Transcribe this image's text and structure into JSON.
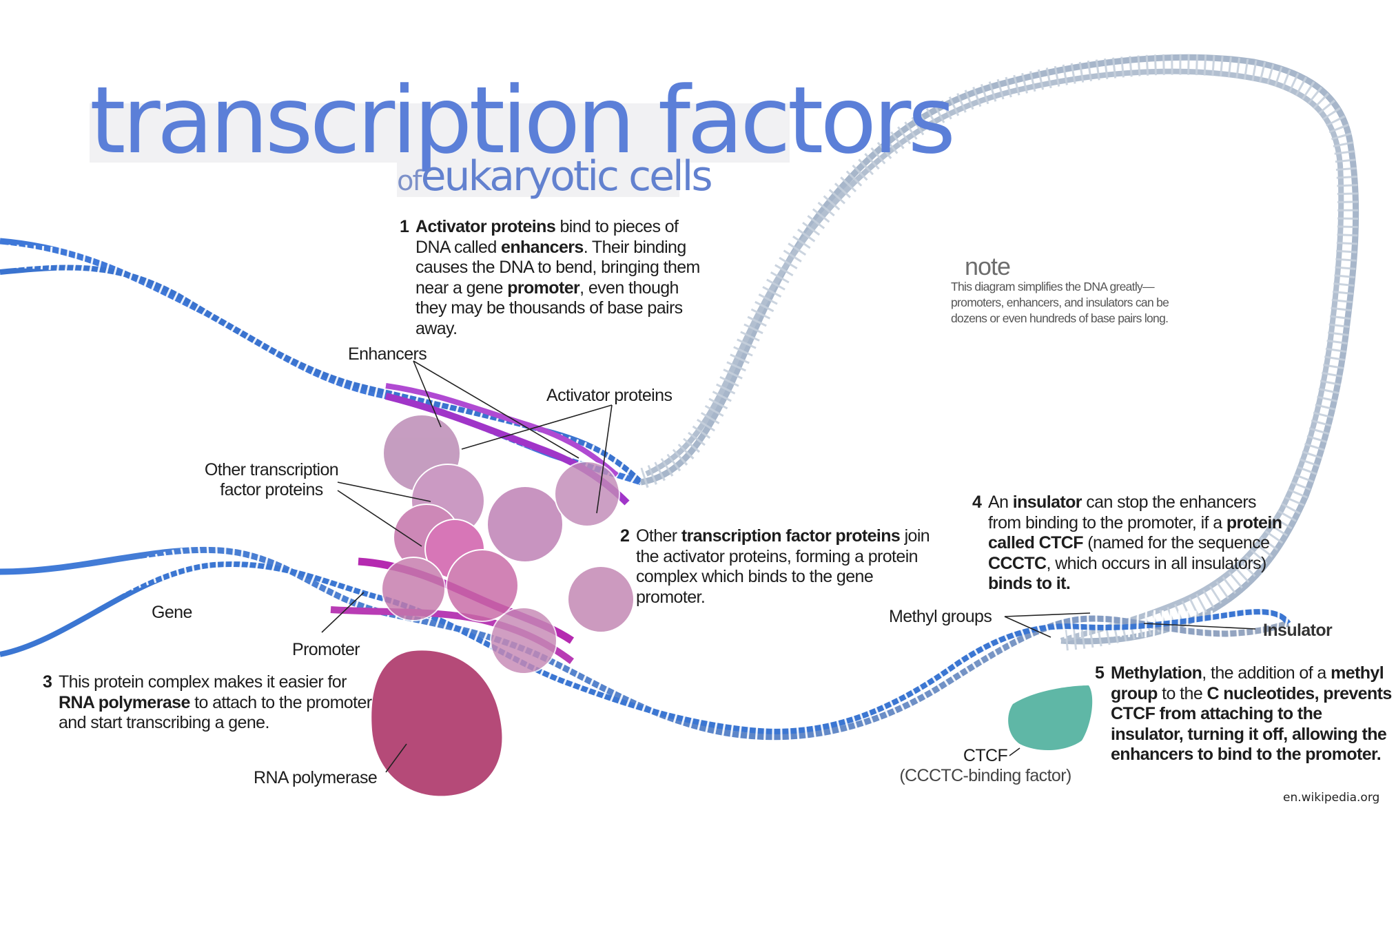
{
  "title": {
    "main": "transcription factors",
    "of": "of",
    "sub": "eukaryotic cells"
  },
  "steps": [
    {
      "num": "1",
      "parts": [
        {
          "b": "Activator proteins"
        },
        {
          "t": " bind to pieces of DNA called "
        },
        {
          "b": "enhancers"
        },
        {
          "t": ". Their binding causes the DNA to bend, bringing them near a gene "
        },
        {
          "b": "promoter"
        },
        {
          "t": ", even though they may be thousands of base pairs away."
        }
      ]
    },
    {
      "num": "2",
      "parts": [
        {
          "t": "Other "
        },
        {
          "b": "transcription factor proteins"
        },
        {
          "t": " join the activator proteins, forming a protein complex which binds to the gene promoter."
        }
      ]
    },
    {
      "num": "3",
      "parts": [
        {
          "t": "This protein complex makes it easier for "
        },
        {
          "b": "RNA polymerase"
        },
        {
          "t": " to attach to the promoter and start transcribing a gene."
        }
      ]
    },
    {
      "num": "4",
      "parts": [
        {
          "t": "An "
        },
        {
          "b": "insulator"
        },
        {
          "t": " can stop the enhancers from binding to the promoter, if a "
        },
        {
          "b": "protein called CTCF"
        },
        {
          "t": " (named for the sequence "
        },
        {
          "b": "CCCTC"
        },
        {
          "t": ", which occurs in all insulators) "
        },
        {
          "b": "binds to it."
        }
      ]
    },
    {
      "num": "5",
      "parts": [
        {
          "b": "Methylation"
        },
        {
          "t": ", the addition of a "
        },
        {
          "b": "methyl group"
        },
        {
          "t": " to the "
        },
        {
          "b": "C nucleotides, prevents CTCF from attaching to the insulator, turning it off, allowing the enhancers to bind to the promoter."
        }
      ]
    }
  ],
  "labels": {
    "enhancers": "Enhancers",
    "activator_proteins": "Activator proteins",
    "other_tf_line1": "Other transcription",
    "other_tf_line2": "factor proteins",
    "gene": "Gene",
    "promoter": "Promoter",
    "rna_polymerase": "RNA polymerase",
    "methyl_groups": "Methyl groups",
    "insulator": "Insulator",
    "ctcf": "CTCF",
    "ctcf_full": "(CCCTC-binding factor)"
  },
  "note": {
    "title": "note",
    "body": "This diagram simplifies the DNA greatly—promoters, enhancers, and insulators can be dozens or even hundreds of base pairs long."
  },
  "source": "en.wikipedia.org",
  "colors": {
    "title": "#5b7fd8",
    "dna_blue": "#3f78d8",
    "dna_grey": "#aebacb",
    "enhancer_purple": "#a035c8",
    "promoter_magenta": "#b52ab0",
    "protein_circle": "#c275ab",
    "rna_polymerase": "#b54a78",
    "ctcf": "#5fb7a6"
  }
}
